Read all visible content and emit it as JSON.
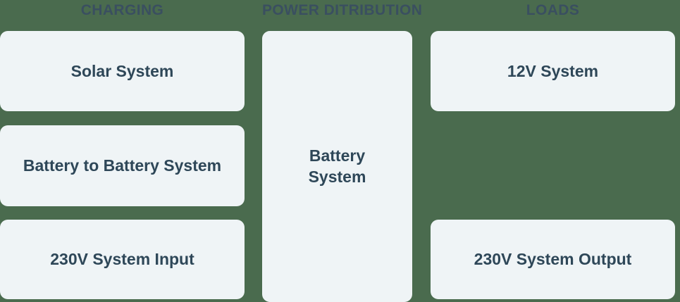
{
  "theme": {
    "background_color": "#4a6b4e",
    "card_color": "#eff4f6",
    "text_color": "#2e4758",
    "header_color": "#3a4f60"
  },
  "columns": [
    {
      "id": "charging",
      "header": "CHARGING",
      "cards": [
        {
          "id": "solar-system",
          "label": "Solar System"
        },
        {
          "id": "battery-to-battery-system",
          "label": "Battery to Battery System"
        },
        {
          "id": "230v-system-input",
          "label": "230V System Input"
        }
      ]
    },
    {
      "id": "power-distribution",
      "header": "POWER DITRIBUTION",
      "cards": [
        {
          "id": "battery-system",
          "label": "Battery System"
        }
      ]
    },
    {
      "id": "loads",
      "header": "LOADS",
      "cards": [
        {
          "id": "12v-system",
          "label": "12V System"
        },
        {
          "id": "230v-system-output",
          "label": "230V System Output"
        }
      ]
    }
  ]
}
